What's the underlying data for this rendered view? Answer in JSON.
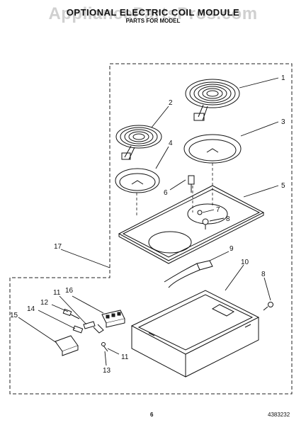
{
  "header": {
    "title": "OPTIONAL ELECTRIC COIL MODULE",
    "subtitle": "PARTS FOR MODEL",
    "watermark": "AppliancePartsPros.com"
  },
  "footer": {
    "page_number": "6",
    "document_number": "4383232"
  },
  "callouts": [
    "1",
    "2",
    "3",
    "4",
    "5",
    "6",
    "7",
    "8",
    "9",
    "10",
    "8",
    "11",
    "12",
    "14",
    "15",
    "16",
    "17",
    "11",
    "13"
  ]
}
